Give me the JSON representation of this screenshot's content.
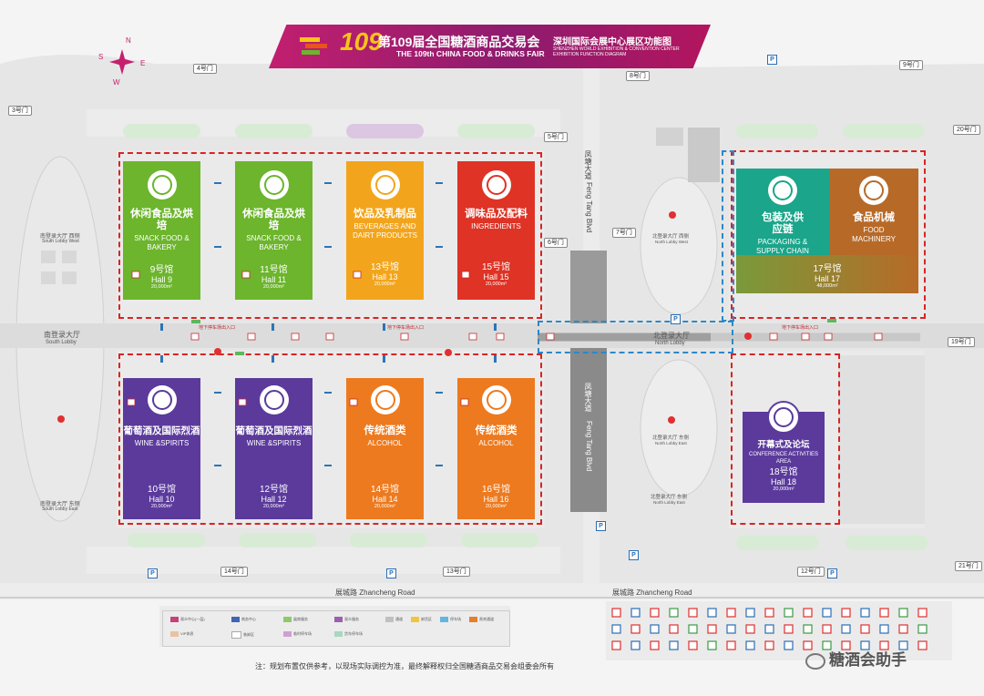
{
  "banner": {
    "number": "109",
    "title_cn": "第109届全国糖酒商品交易会",
    "title_en": "THE 109th CHINA FOOD & DRINKS FAIR",
    "venue_cn": "深圳国际会展中心展区功能图",
    "venue_en": "SHENZHEN WORLD EXHIBITION & CONVENTION CENTER EXHIBITION FUNCTION DIAGRAM"
  },
  "compass": {
    "n": "N",
    "e": "E",
    "s": "S",
    "w": "W"
  },
  "halls": [
    {
      "cn": "休闲食品及烘培",
      "en": "SNACK FOOD & BAKERY",
      "num": "9号馆",
      "hall": "Hall 9",
      "area": "20,000m²",
      "color": "#6cb52c"
    },
    {
      "cn": "休闲食品及烘培",
      "en": "SNACK FOOD & BAKERY",
      "num": "11号馆",
      "hall": "Hall 11",
      "area": "20,000m²",
      "color": "#6cb52c"
    },
    {
      "cn": "饮品及乳制品",
      "en": "BEVERAGES AND DAIRT PRODUCTS",
      "num": "13号馆",
      "hall": "Hall 13",
      "area": "20,000m²",
      "color": "#f2a51c"
    },
    {
      "cn": "调味品及配料",
      "en": "INGREDIENTS",
      "num": "15号馆",
      "hall": "Hall 15",
      "area": "20,000m²",
      "color": "#de3325"
    },
    {
      "cn": "葡萄酒及国际烈酒",
      "en": "WINE &SPIRITS",
      "num": "10号馆",
      "hall": "Hall 10",
      "area": "20,000m²",
      "color": "#5b3a9c"
    },
    {
      "cn": "葡萄酒及国际烈酒",
      "en": "WINE &SPIRITS",
      "num": "12号馆",
      "hall": "Hall 12",
      "area": "20,000m²",
      "color": "#5b3a9c"
    },
    {
      "cn": "传统酒类",
      "en": "ALCOHOL",
      "num": "14号馆",
      "hall": "Hall 14",
      "area": "20,000m²",
      "color": "#ed7a1e"
    },
    {
      "cn": "传统酒类",
      "en": "ALCOHOL",
      "num": "16号馆",
      "hall": "Hall 16",
      "area": "20,000m²",
      "color": "#ed7a1e"
    },
    {
      "cn": "包装及供应链",
      "en": "PACKAGING & SUPPLY CHAIN",
      "num": "17号馆",
      "hall": "Hall 17",
      "area": "48,000m²",
      "color": "#1ba58a"
    },
    {
      "cn": "食品机械",
      "en": "FOOD MACHINERY",
      "num": "",
      "hall": "",
      "area": "",
      "color": "#b76a28"
    },
    {
      "cn": "开幕式及论坛",
      "en": "CONFERENCE ACTIVITIES AREA",
      "num": "18号馆",
      "hall": "Hall 18",
      "area": "20,000m²",
      "color": "#5b3a9c"
    }
  ],
  "gates": [
    "3号门",
    "4号门",
    "5号门",
    "6号门",
    "7号门",
    "8号门",
    "9号门",
    "12号门",
    "13号门",
    "14号门",
    "19号门",
    "20号门",
    "21号门"
  ],
  "labels": {
    "south_lobby_cn": "南登录大厅",
    "south_lobby_en": "South Lobby",
    "north_lobby_cn": "北登录大厅",
    "north_lobby_en": "North Lobby",
    "south_west_cn": "南登录大厅 西侧",
    "south_west_en": "South Lobby West",
    "south_east_cn": "南登录大厅 东侧",
    "south_east_en": "South Lobby East",
    "north_west_cn": "北登录大厅 西侧",
    "north_west_en": "North Lobby West",
    "north_east_cn": "北登录大厅 东侧",
    "north_east_en": "North Lobby East",
    "fengtang_cn": "凤塘大道",
    "fengtang_en": "Feng Tang Blvd",
    "zhancheng_cn": "展城路",
    "zhancheng_en": "Zhancheng Road",
    "parking_entry": "地下停车场出入口",
    "parking": "P"
  },
  "legend": [
    {
      "text": "观众中心(一层)",
      "color": "#c7407b"
    },
    {
      "text": "商务中心",
      "color": "#3f65b4"
    },
    {
      "text": "展商服务",
      "color": "#8fc96b"
    },
    {
      "text": "观众服务",
      "color": "#9b5fb0"
    },
    {
      "text": "通道",
      "color": "#c0c0c0"
    },
    {
      "text": "卸货区",
      "color": "#f2c43c"
    },
    {
      "text": "停车场",
      "color": "#64b5e0"
    },
    {
      "text": "贵宾通道",
      "color": "#e57f2a"
    },
    {
      "text": "VIP休息",
      "color": "#e8c3a0"
    },
    {
      "text": "装卸区",
      "color": "#ffffff"
    },
    {
      "text": "临时停车场",
      "color": "#cfa0d0"
    },
    {
      "text": "货车停车场",
      "color": "#a8d8c0"
    }
  ],
  "note": "注：规划布置仅供参考，以现场实际调控为准，最终解释权归全国糖酒商品交易会组委会所有",
  "watermark": "糖酒会助手"
}
